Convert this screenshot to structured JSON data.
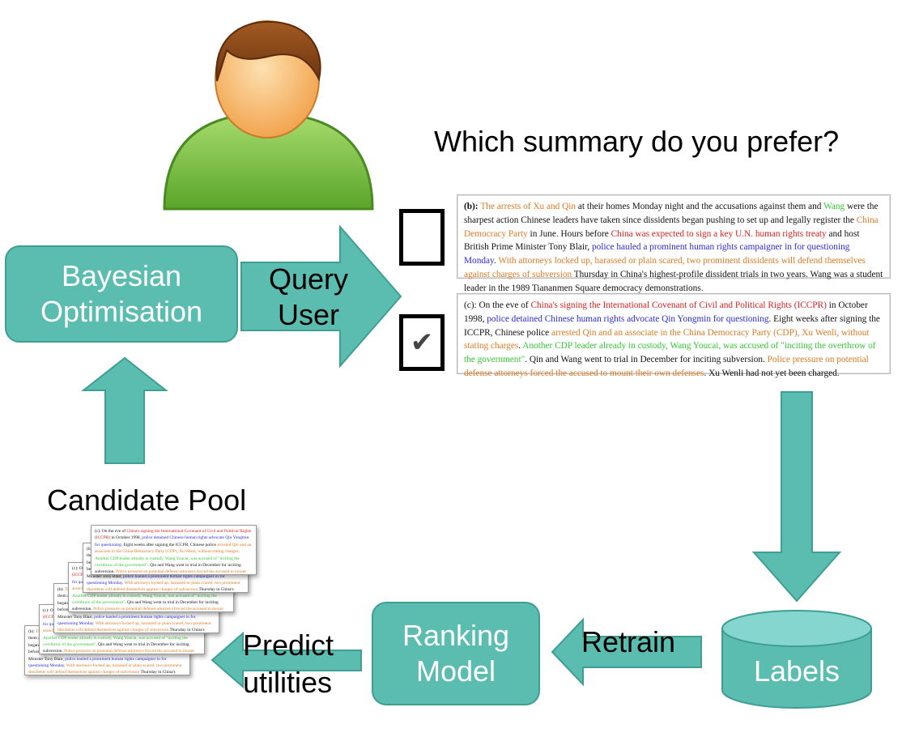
{
  "question": "Which summary do you prefer?",
  "bayesian_box": "Bayesian Optimisation",
  "query_label": "Query User",
  "candidate_pool_label": "Candidate Pool",
  "ranking_box": "Ranking Model",
  "labels_box": "Labels",
  "retrain_label": "Retrain",
  "predict_label": "Predict utilities",
  "checkmark_glyph": "✔",
  "summary_b": {
    "segments": [
      {
        "t": "(b): ",
        "c": "k"
      },
      {
        "t": "The arrests of Xu and Qin",
        "c": "o"
      },
      {
        "t": " at their homes Monday night and the accusations against them and ",
        "c": "k"
      },
      {
        "t": "Wang",
        "c": "g"
      },
      {
        "t": " were the sharpest action Chinese leaders have taken since dissidents began pushing to set up and legally register the ",
        "c": "k"
      },
      {
        "t": "China Democracy Party",
        "c": "o"
      },
      {
        "t": " in June. Hours before ",
        "c": "k"
      },
      {
        "t": "China was expected to sign a key U.N. human rights treaty",
        "c": "r"
      },
      {
        "t": " and host British Prime Minister Tony Blair, ",
        "c": "k"
      },
      {
        "t": "police hauled a prominent human rights campaigner in for questioning Monday",
        "c": "b"
      },
      {
        "t": ". ",
        "c": "k"
      },
      {
        "t": "With attorneys locked up, harassed or plain scared, two prominent dissidents will defend themselves against charges of subversion",
        "c": "o"
      },
      {
        "t": " Thursday in China's highest-profile dissident trials in two years. Wang was a student leader in the 1989 Tiananmen Square democracy demonstrations.",
        "c": "k"
      }
    ]
  },
  "summary_c": {
    "segments": [
      {
        "t": "(c): On the eve of ",
        "c": "k"
      },
      {
        "t": "China's signing the International Covenant of Civil and Political Rights (ICCPR)",
        "c": "r"
      },
      {
        "t": " in October 1998, ",
        "c": "k"
      },
      {
        "t": "police detained Chinese human rights advocate Qin Yongmin for questioning",
        "c": "b"
      },
      {
        "t": ". Eight weeks after signing the ICCPR, Chinese police ",
        "c": "k"
      },
      {
        "t": "arrested Qin and an associate in the China Democracy Party (CDP), Xu Wenli, without stating charges",
        "c": "o"
      },
      {
        "t": ". ",
        "c": "k"
      },
      {
        "t": "Another CDP leader already in custody, Wang Youcai, was accused of \"inciting the overthrow of the government\"",
        "c": "g"
      },
      {
        "t": ". Qin and Wang went to trial in December for inciting subversion. ",
        "c": "k"
      },
      {
        "t": "Police pressure on potential defense attorneys forced the accused to mount their own defenses",
        "c": "o"
      },
      {
        "t": ". Xu Wenli had not yet been charged.",
        "c": "k"
      }
    ]
  },
  "colors": {
    "teal": "#5bbdb0",
    "teal_border": "#3e9e93",
    "teal_light": "#86d6d0",
    "orange": "#e07b25",
    "red": "#e0201e",
    "green": "#36c936",
    "blue": "#2a2adb",
    "face": "#f6b26b",
    "hair": "#8a4a1a",
    "body": "#76c043"
  }
}
